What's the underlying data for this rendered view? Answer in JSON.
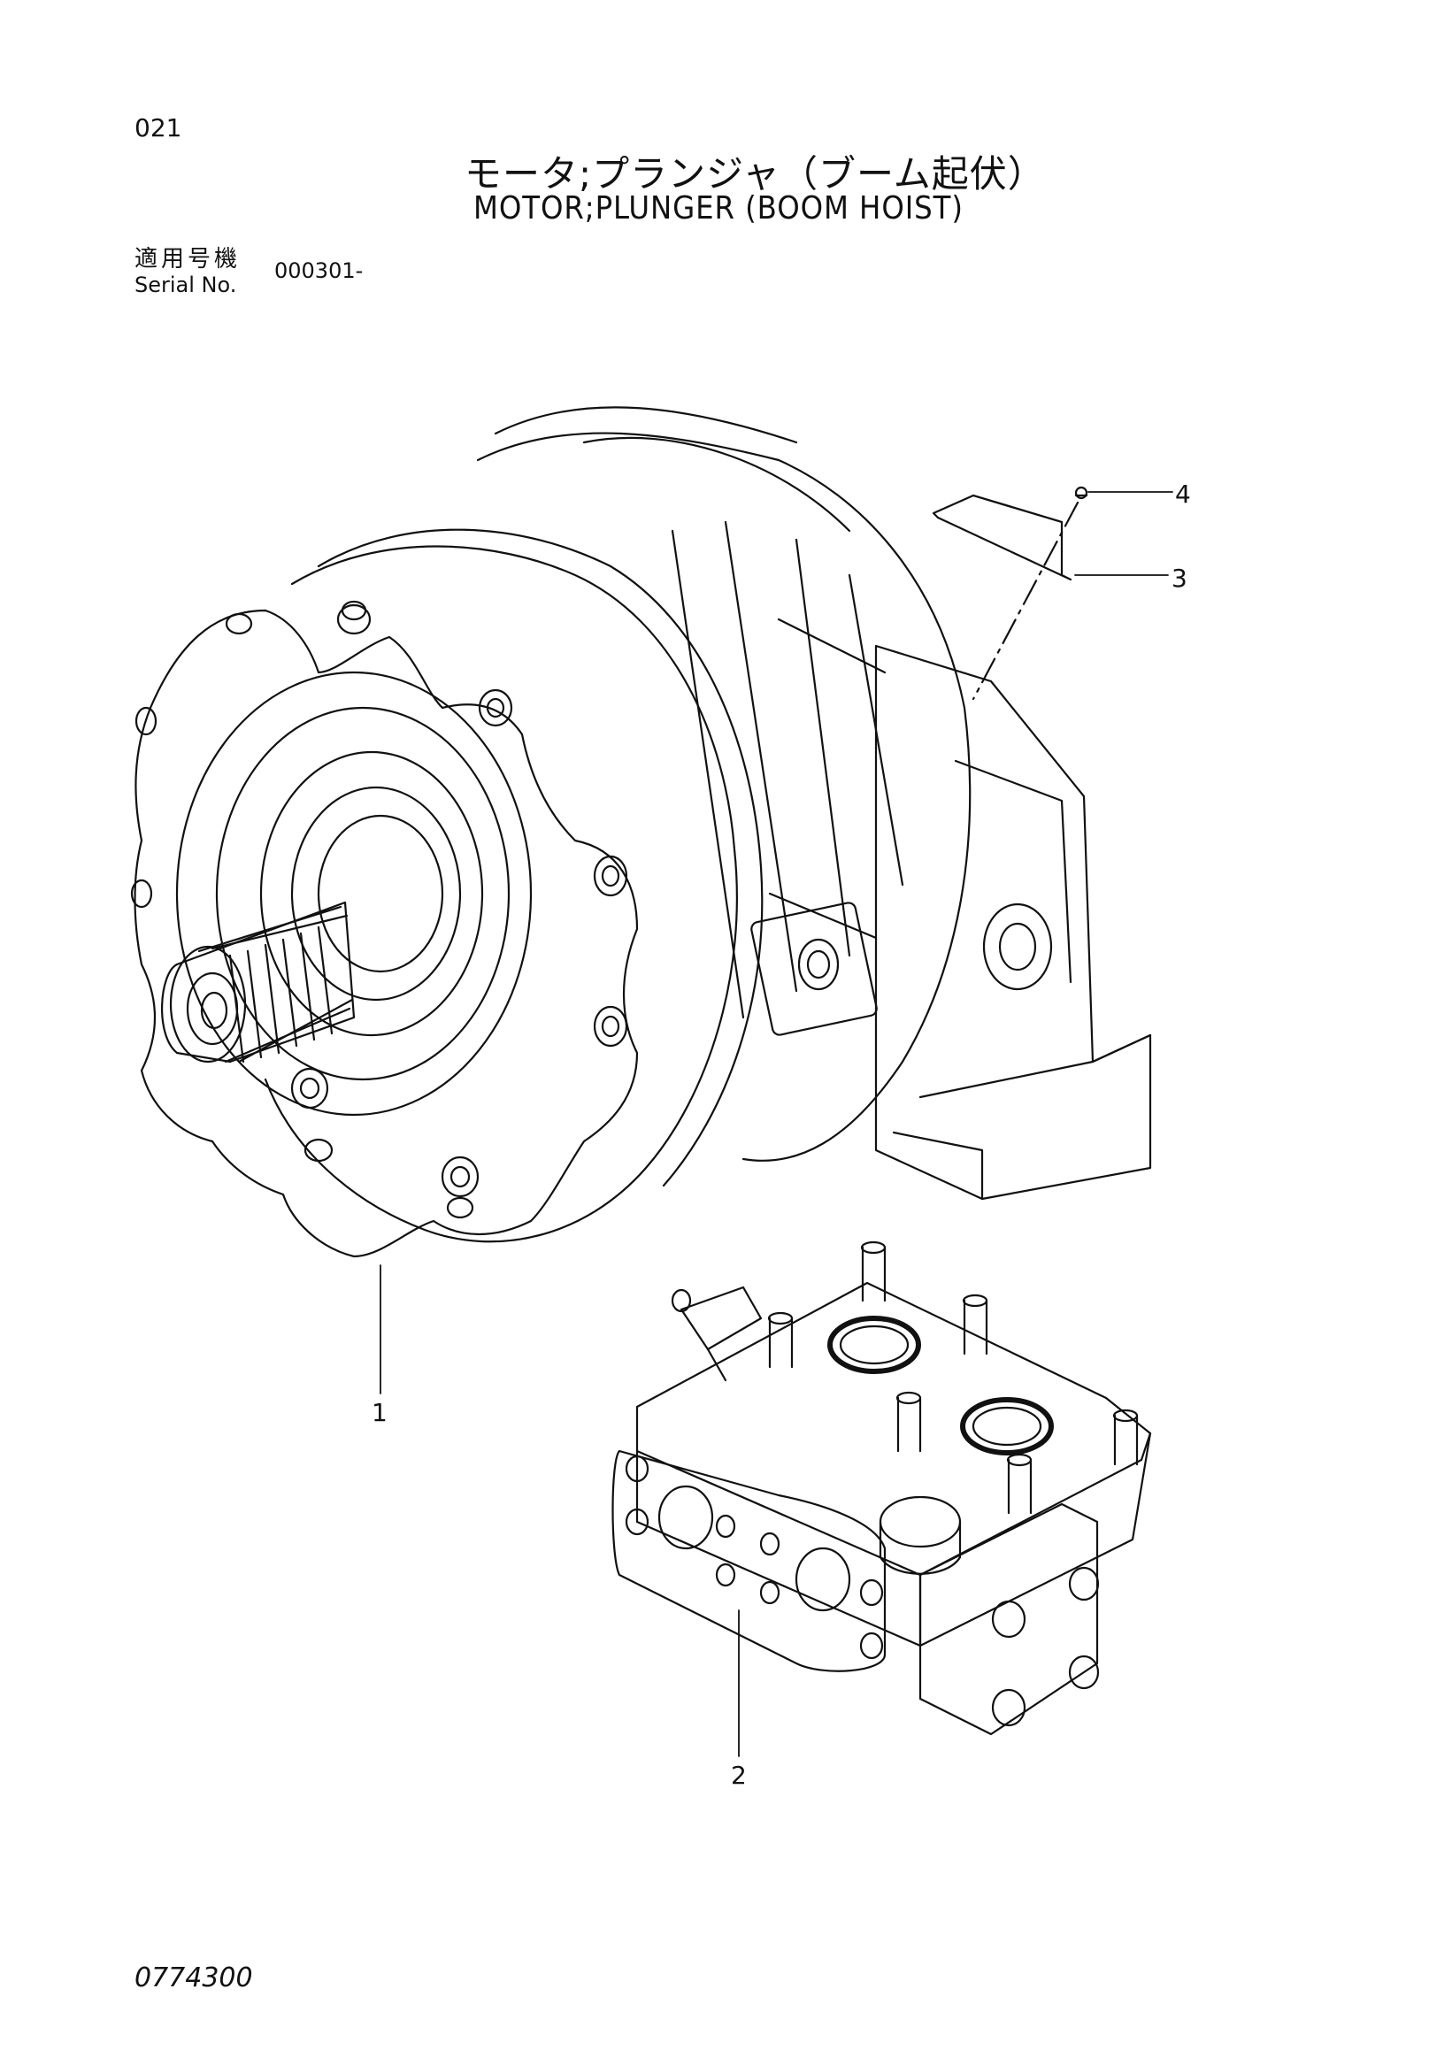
{
  "page": {
    "number": "021",
    "title_jp": "モータ;プランジャ（ブーム起伏）",
    "title_en": "MOTOR;PLUNGER (BOOM HOIST)",
    "serial_label_jp": "適用号機",
    "serial_label_en": "Serial No.",
    "serial_value": "000301-",
    "document_number": "0774300"
  },
  "callouts": [
    {
      "id": "1",
      "label": "1"
    },
    {
      "id": "2",
      "label": "2"
    },
    {
      "id": "3",
      "label": "3"
    },
    {
      "id": "4",
      "label": "4"
    }
  ],
  "drawing_parts": [
    "hydraulic-motor",
    "valve-block",
    "name-plate",
    "rivet"
  ]
}
